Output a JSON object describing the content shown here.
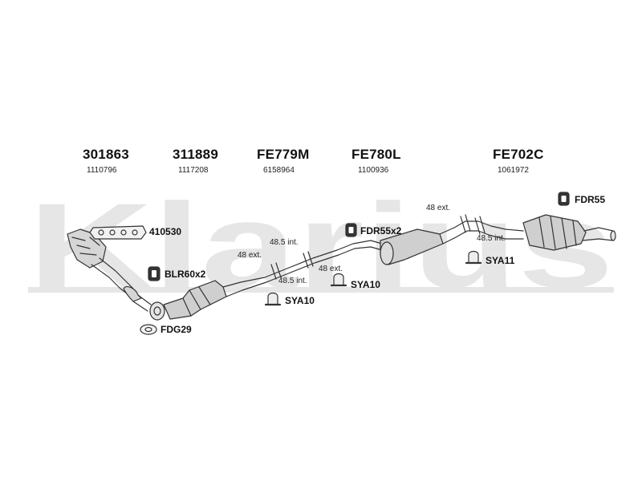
{
  "watermark": "Klarius",
  "parts": [
    {
      "code": "301863",
      "number": "1110796"
    },
    {
      "code": "311889",
      "number": "1117208"
    },
    {
      "code": "FE779M",
      "number": "6158964"
    },
    {
      "code": "FE780L",
      "number": "1100936"
    },
    {
      "code": "FE702C",
      "number": "1061972"
    }
  ],
  "accessories": {
    "gasket_410530": "410530",
    "blr": "BLR60x2",
    "fdg": "FDG29",
    "sya10_a": "SYA10",
    "sya10_b": "SYA10",
    "fdr55x2": "FDR55x2",
    "sya11": "SYA11",
    "fdr55": "FDR55"
  },
  "dimensions": {
    "d1": "48.5 int.",
    "d2": "48 ext.",
    "d3": "48 ext.",
    "d4": "48.5 int.",
    "d5": "48 ext.",
    "d6": "48.5 int."
  },
  "colors": {
    "watermark": "#e6e6e6",
    "line": "#333333",
    "part_fill": "#cfcfcf"
  }
}
